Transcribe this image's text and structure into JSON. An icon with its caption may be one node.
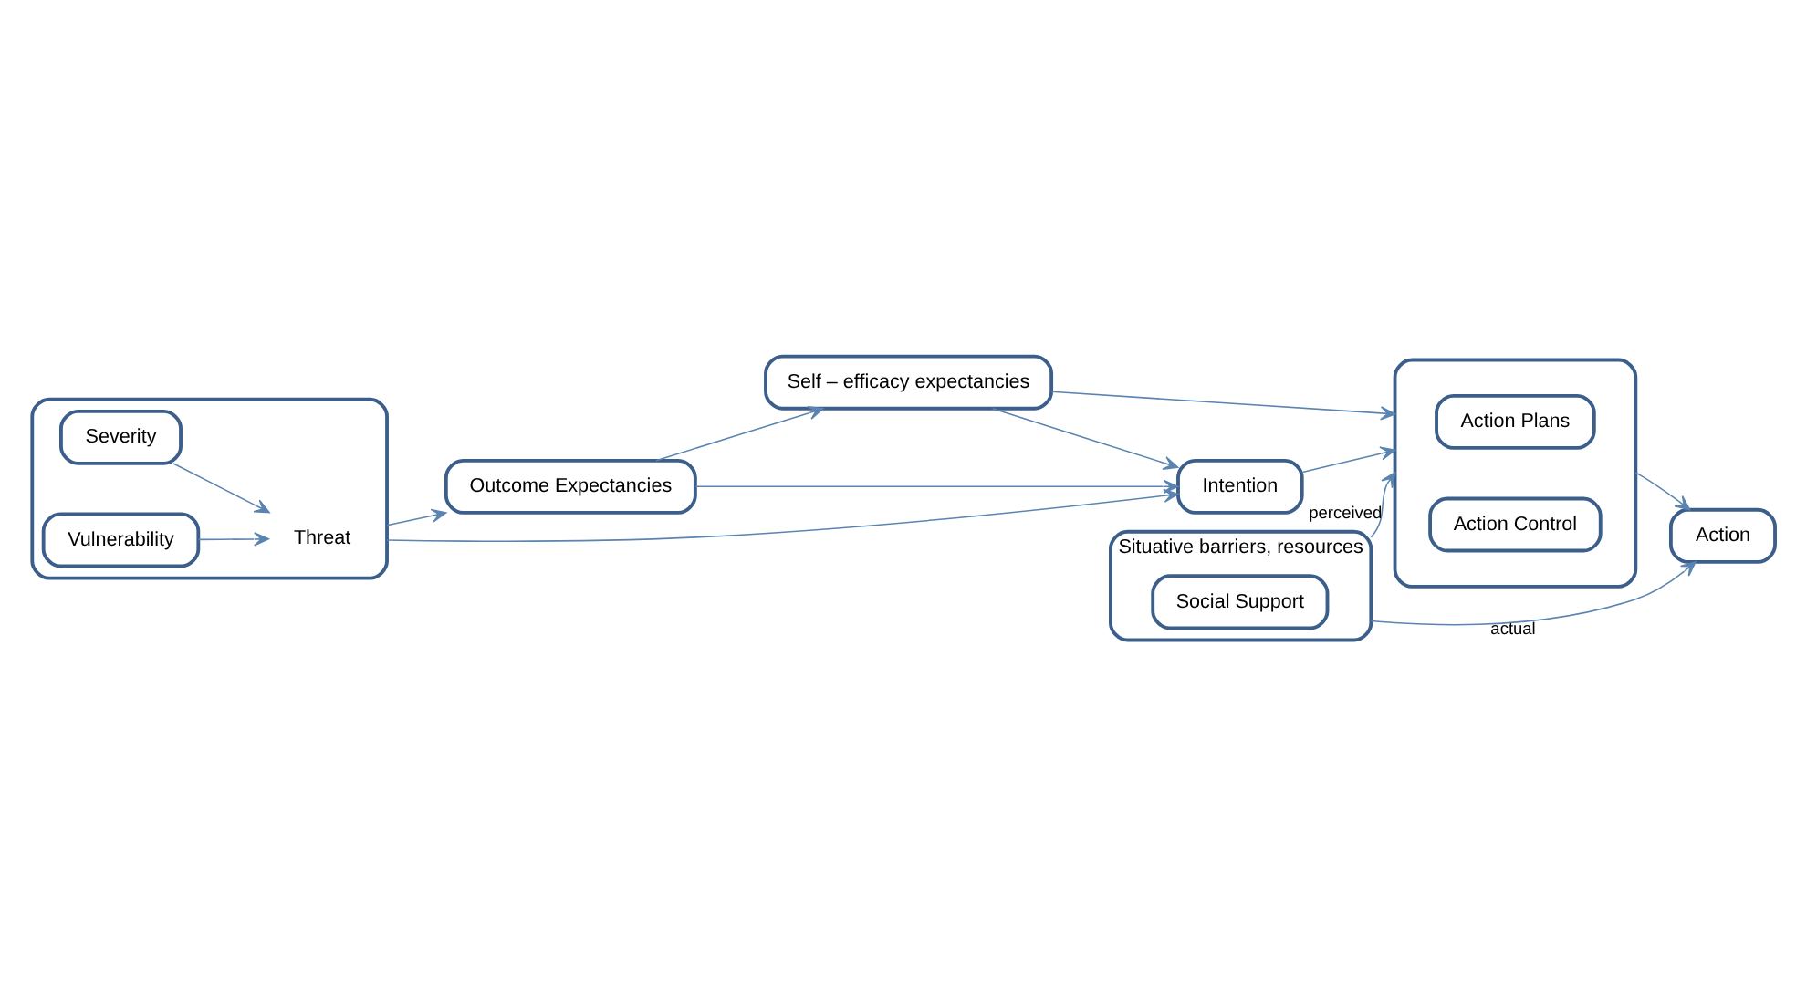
{
  "diagram": {
    "nodes": [
      {
        "text": [
          "Self – efficacy expectancies"
        ]
      },
      {
        "text": [
          "Outcome Expectancies"
        ]
      },
      {
        "text": [
          "Intention"
        ]
      },
      {
        "text": [],
        "shape": "box"
      },
      {
        "text": [
          "Action Plans"
        ],
        "in": 3
      },
      {
        "text": [
          "Action Control"
        ],
        "in": 3
      },
      {
        "text": [
          "Action"
        ]
      },
      {
        "text": [],
        "shape": "box"
      },
      {
        "text": [
          "Severity"
        ],
        "in": 7
      },
      {
        "text": [
          "Threat"
        ],
        "in": 7
      },
      {
        "text": [
          "Vulnerability"
        ],
        "in": 7
      },
      {
        "text": [
          "Situative barriers, resources"
        ]
      },
      {
        "text": [
          "Social Support"
        ],
        "in": 11
      }
    ],
    "edges": [
      {
        "from": 1,
        "to": 0,
        "arrow": "to"
      },
      {
        "from": 0,
        "to": 2,
        "arrow": "to"
      },
      {
        "from": 0,
        "to": 3,
        "arrow": "to"
      },
      {
        "from": 1,
        "to": 2,
        "arrow": "to"
      },
      {
        "from": 2,
        "to": 3,
        "arrow": "to"
      },
      {
        "from": 7,
        "to": 1,
        "arrow": "to"
      },
      {
        "from": 7,
        "to": 2,
        "arrow": "to"
      },
      {
        "from": 8,
        "to": 9,
        "arrow": "to"
      },
      {
        "from": 10,
        "to": 9,
        "arrow": "to"
      },
      {
        "from": 3,
        "to": 6,
        "arrow": "to"
      },
      {
        "from": 11,
        "to": 3,
        "label": "perceived",
        "arrow": "to"
      },
      {
        "from": 11,
        "to": 6,
        "label": "actual",
        "arrow": "to"
      }
    ]
  }
}
